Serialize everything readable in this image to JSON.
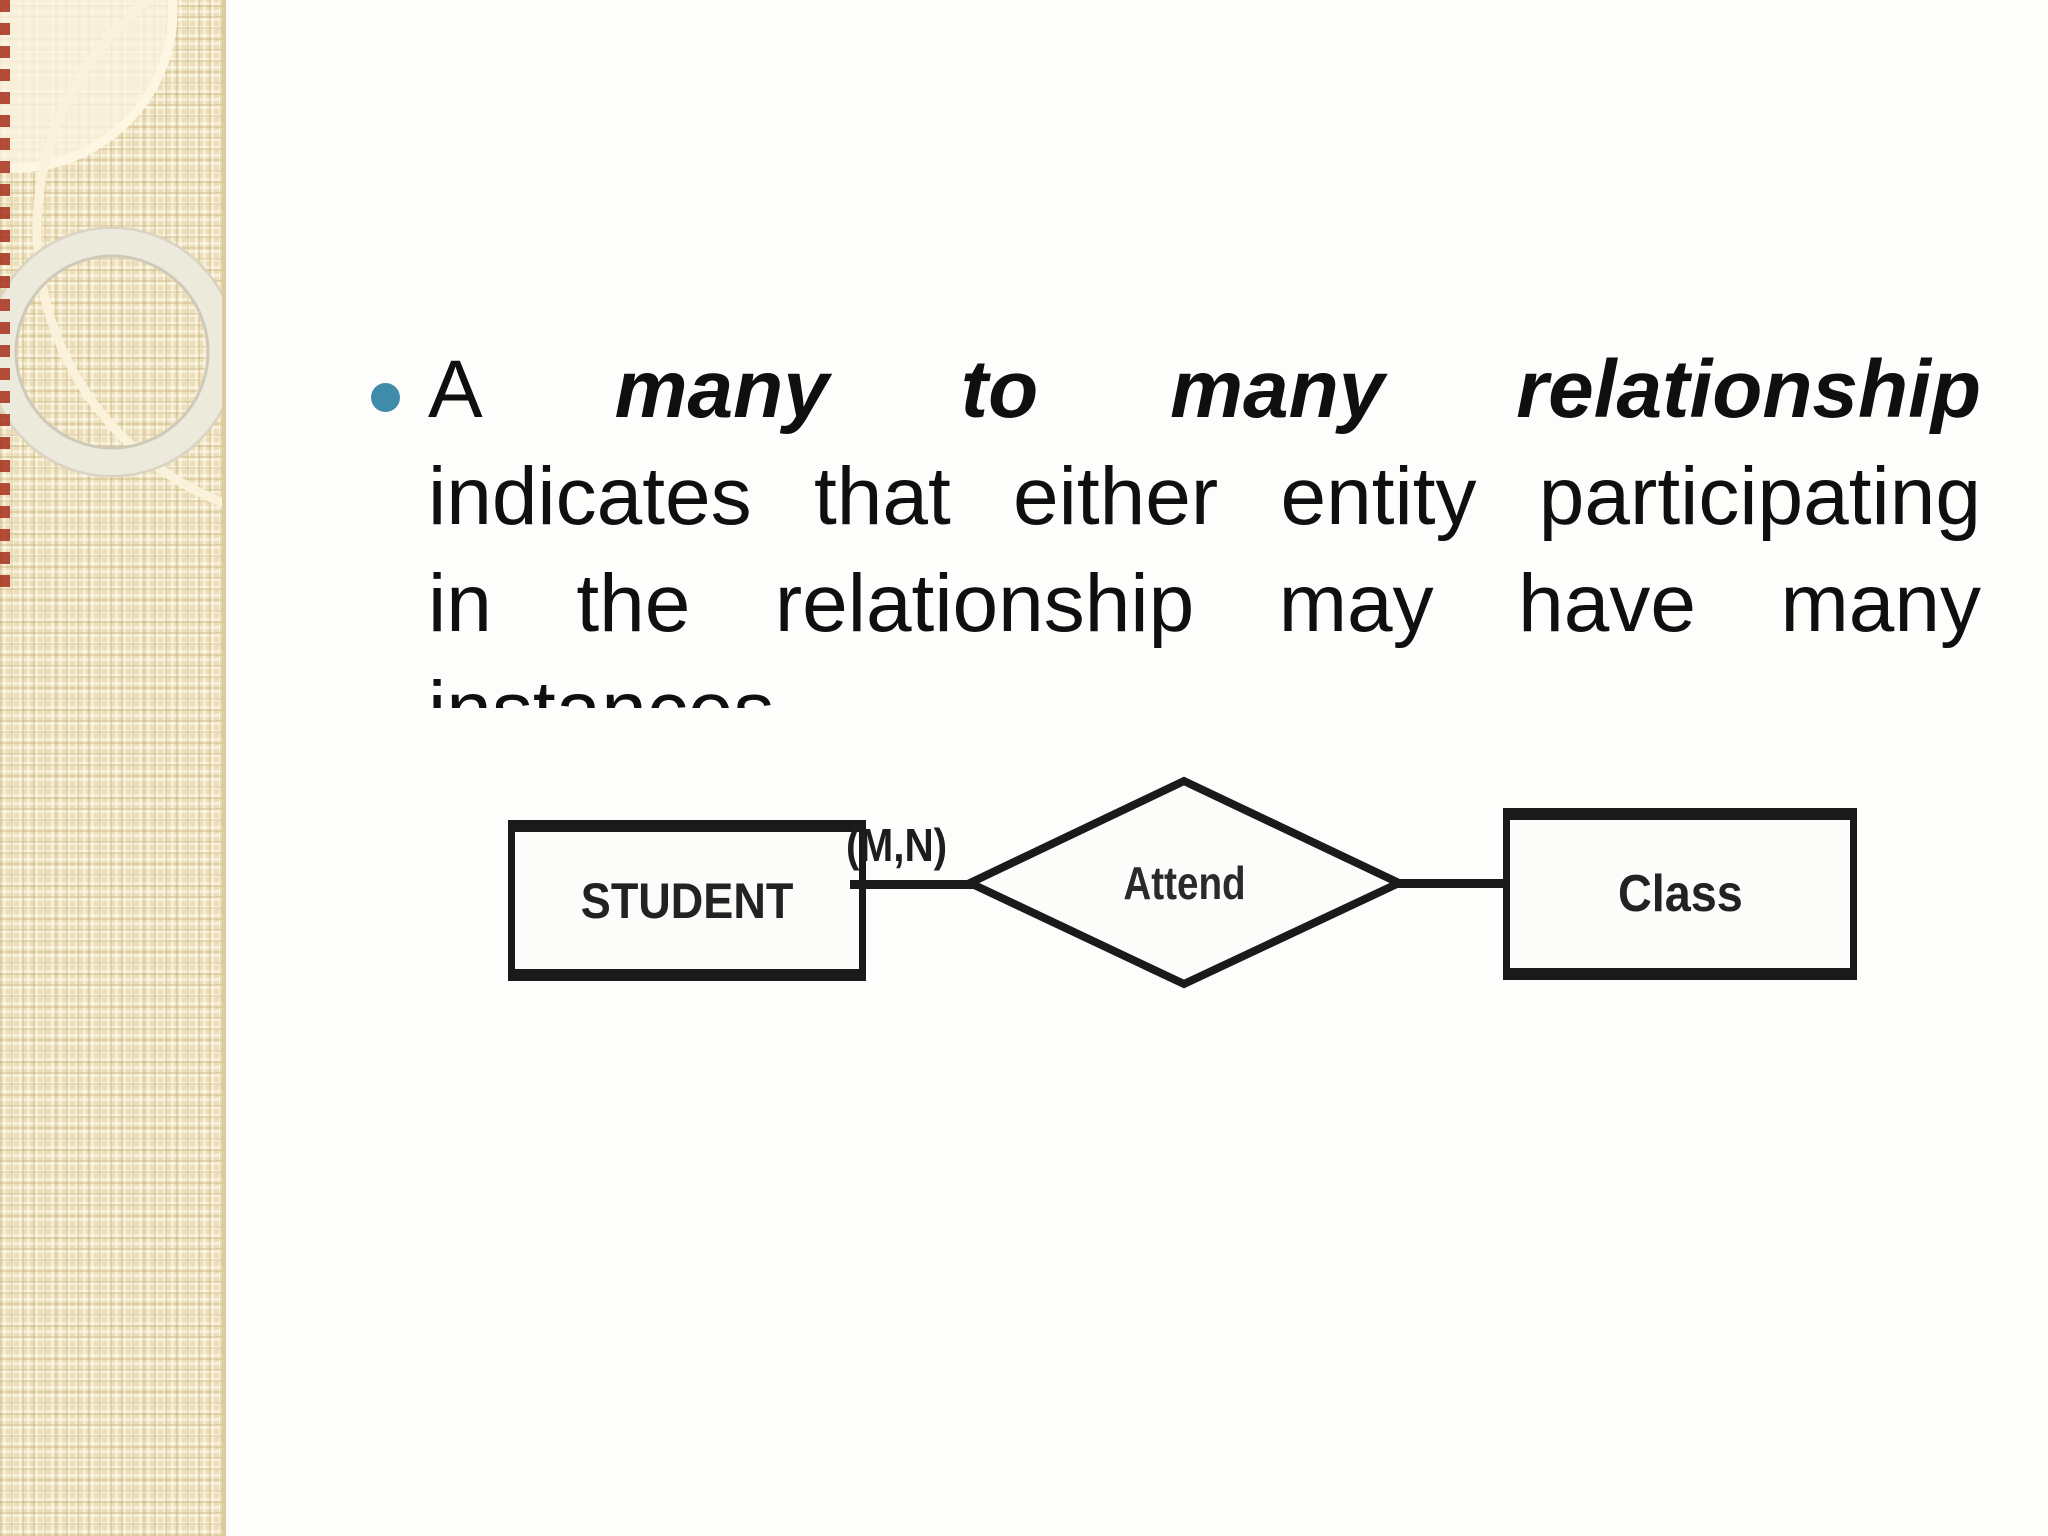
{
  "slide": {
    "bullet_item": {
      "lines": [
        {
          "words": [
            "A",
            "many",
            "to",
            "many",
            "relationship"
          ]
        },
        {
          "words": [
            "indicates",
            "that",
            "either",
            "entity",
            "participating"
          ]
        },
        {
          "words": [
            "in",
            "the",
            "relationship",
            "may",
            "have",
            "many"
          ]
        },
        {
          "words": [
            "instances"
          ]
        }
      ]
    },
    "diagram": {
      "entity_left": "STUDENT",
      "cardinality": "(M,N)",
      "relationship": "Attend",
      "entity_right": "Class"
    },
    "colors": {
      "bullet_accent": "#3e8ca9",
      "diagram_ink": "#1a1a1a",
      "sidebar_base": "#ebdfba",
      "sidebar_red_accent": "#a93622",
      "background": "#fdfdfb",
      "text": "#0f0f0f"
    }
  }
}
